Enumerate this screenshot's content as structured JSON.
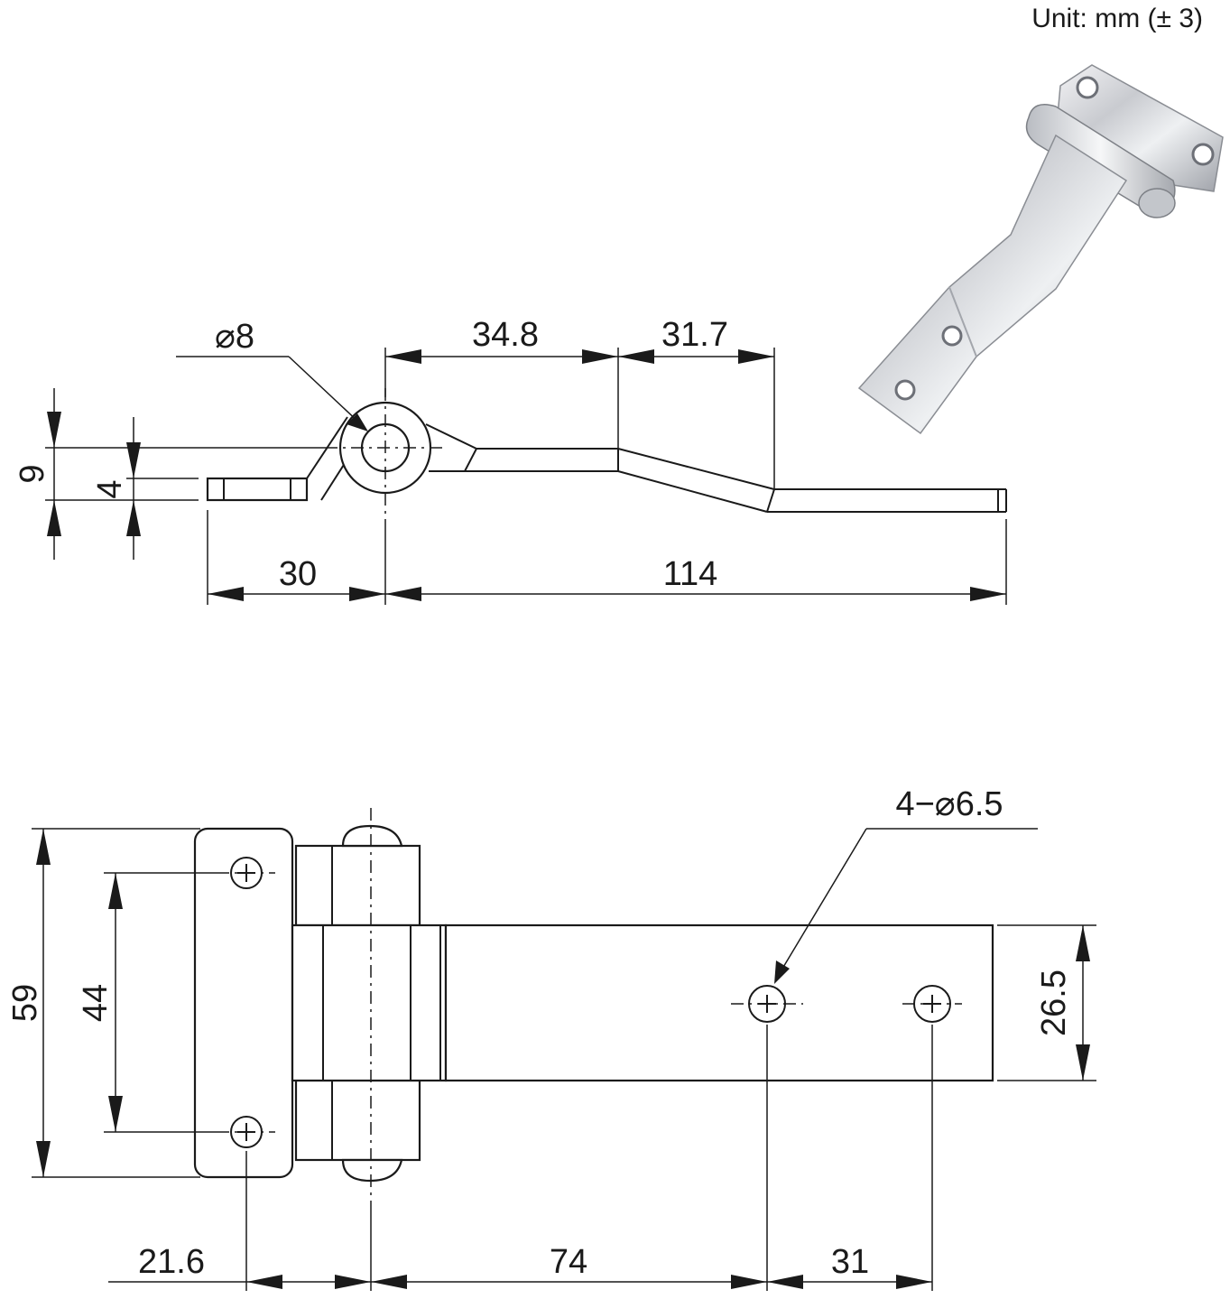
{
  "unit_note": "Unit: mm (± 3)",
  "side_view": {
    "pin_diameter": "⌀8",
    "dim_34_8": "34.8",
    "dim_31_7": "31.7",
    "dim_9": "9",
    "dim_4": "4",
    "dim_30": "30",
    "dim_114": "114"
  },
  "top_view": {
    "holes_label": "4−⌀6.5",
    "dim_59": "59",
    "dim_44": "44",
    "dim_26_5": "26.5",
    "dim_21_6": "21.6",
    "dim_74": "74",
    "dim_31": "31"
  },
  "photo": {
    "description_icon": "stainless-hinge-photo-icon"
  }
}
